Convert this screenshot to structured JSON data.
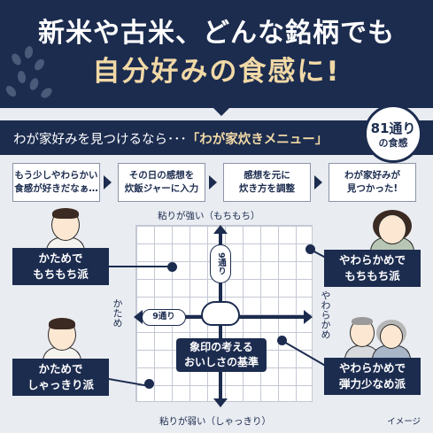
{
  "header": {
    "line1": "新米や古米、どんな銘柄でも",
    "line2": "自分好みの食感に!"
  },
  "band": {
    "lead": "わが家好みを見つけるなら･･･",
    "highlight": "「わが家炊きメニュー」"
  },
  "badge": {
    "number": "81通り",
    "sub": "の食感"
  },
  "steps": [
    {
      "line1": "もう少しやわらかい",
      "line2": "食感が好きだなぁ…"
    },
    {
      "line1": "その日の感想を",
      "line2": "炊飯ジャーに入力"
    },
    {
      "line1": "感想を元に",
      "line2": "炊き方を調整"
    },
    {
      "line1": "わが家好みが",
      "line2": "見つかった!"
    }
  ],
  "chart": {
    "top_label": "粘りが強い（もちもち）",
    "bottom_label": "粘りが弱い（しゃっきり）",
    "left_label": "かため",
    "right_label": "やわらかめ",
    "v_pill": "9通り",
    "h_pill": "9通り",
    "center_line1": "象印の考える",
    "center_line2": "おいしさの基準"
  },
  "categories": [
    {
      "line1": "かためで",
      "line2": "もちもち派"
    },
    {
      "line1": "やわらかめで",
      "line2": "もちもち派"
    },
    {
      "line1": "かためで",
      "line2": "しゃっきり派"
    },
    {
      "line1": "やわらかめで",
      "line2": "弾力少なめ派"
    }
  ],
  "footnote": "イメージ",
  "colors": {
    "navy": "#1c2c4f",
    "gold": "#f1d9a6",
    "background": "#e9ecf1"
  }
}
